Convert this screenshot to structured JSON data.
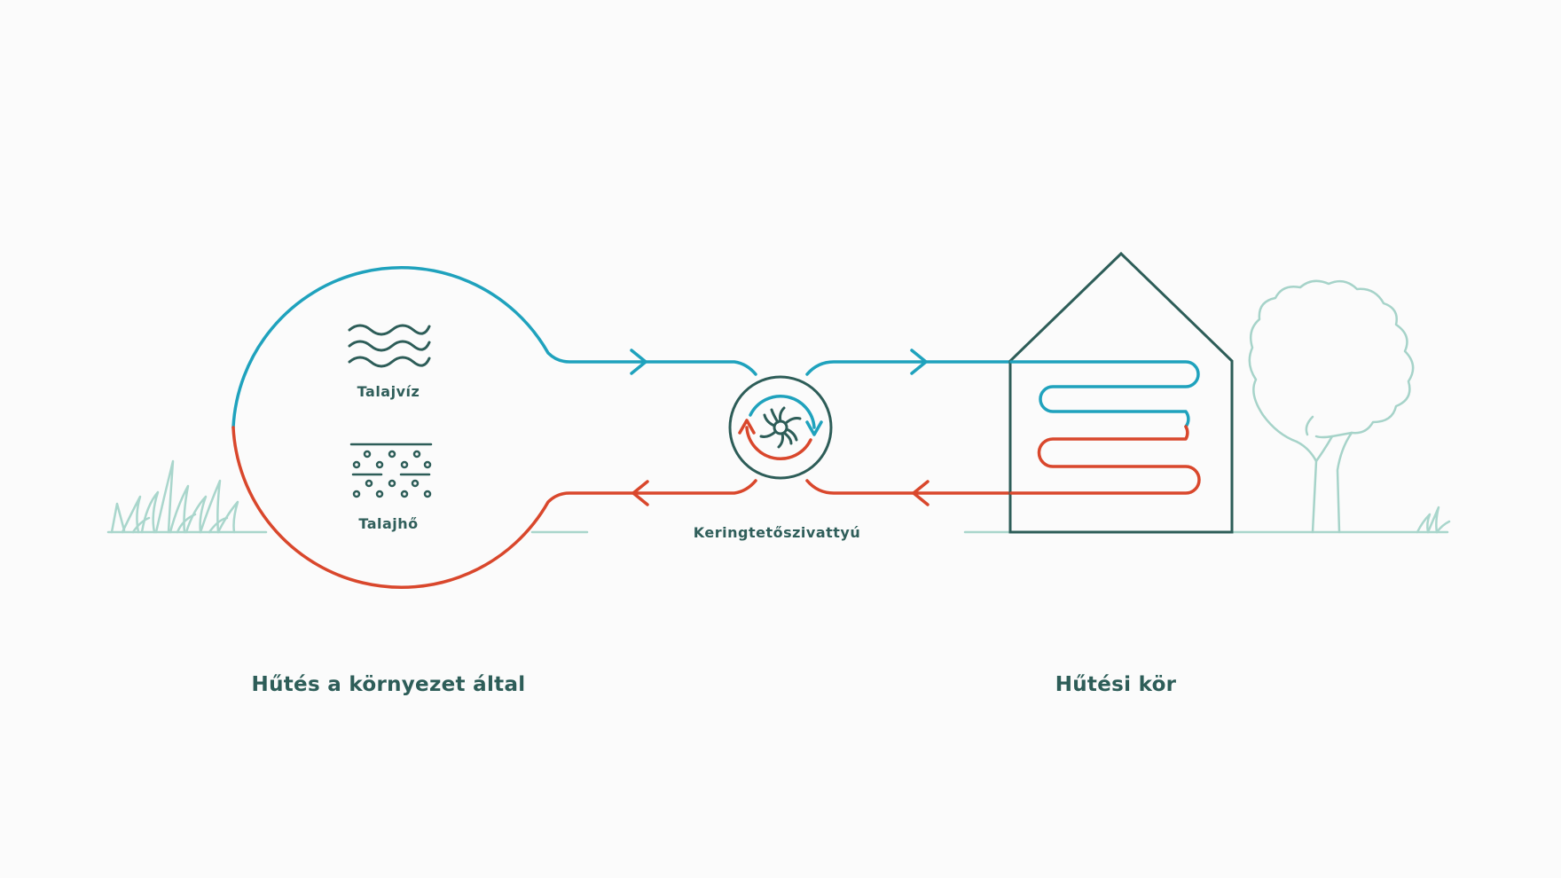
{
  "colors": {
    "background": "#fbfbfb",
    "dark": "#2d5d58",
    "cold": "#1fa2bd",
    "hot": "#d9472c",
    "ground": "#a9d6cc",
    "tree": "#a6d3c9"
  },
  "labels": {
    "groundwater": "Talajvíz",
    "ground_heat": "Talajhő",
    "pump": "Keringtetőszivattyú",
    "env_cooling": "Hűtés a környezet által",
    "cooling_circuit": "Hűtési kör"
  },
  "icons": {
    "groundwater": "wave-icon",
    "ground_heat": "soil-icon",
    "pump": "pump-icon",
    "house": "house-icon",
    "tree": "tree-icon",
    "grass": "grass-icon"
  }
}
